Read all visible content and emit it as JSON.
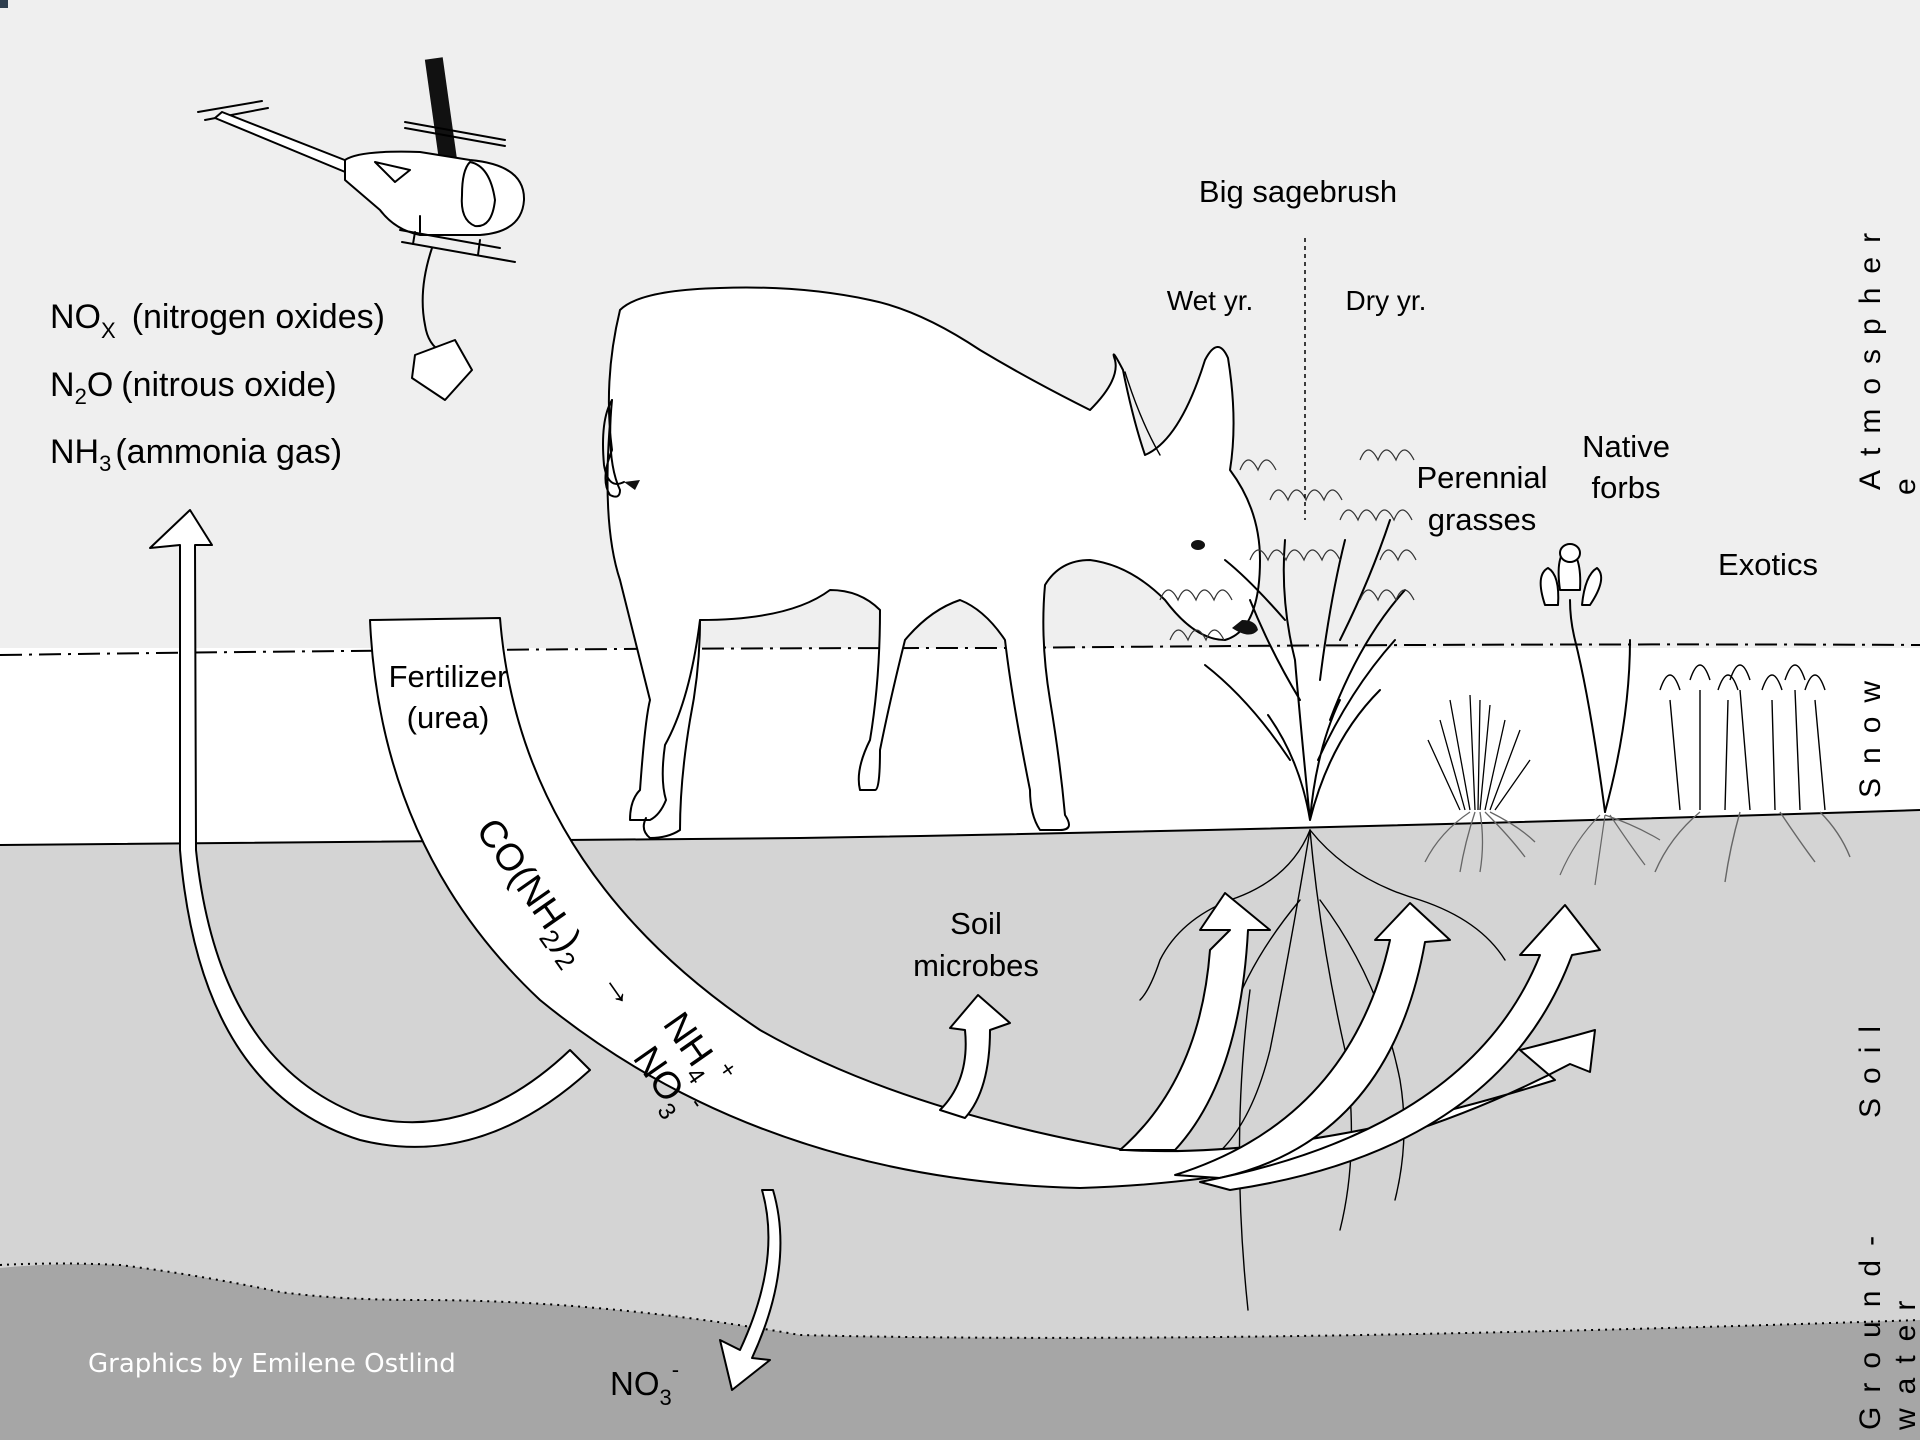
{
  "atmosphere_gases": {
    "nox_prefix": "NO",
    "nox_sub": "X",
    "nox_desc": "(nitrogen oxides)",
    "n2o_n": "N",
    "n2o_sub": "2",
    "n2o_o": "O",
    "n2o_desc": "(nitrous oxide)",
    "nh3_prefix": "NH",
    "nh3_sub": "3",
    "nh3_desc": "(ammonia gas)"
  },
  "fertilizer": {
    "line1": "Fertilizer",
    "line2": "(urea)",
    "formula_a": "CO(NH",
    "formula_sub": "2",
    "formula_b": ")",
    "formula_sub2": "2",
    "arrow_glyph": "→",
    "nh4": "NH",
    "nh4_sub": "4",
    "nh4_sup": "+",
    "no3": "NO",
    "no3_sub": "3",
    "no3_sup": "-"
  },
  "plants": {
    "sagebrush": "Big sagebrush",
    "wet_year": "Wet yr.",
    "dry_year": "Dry yr.",
    "perennial_1": "Perennial",
    "perennial_2": "grasses",
    "forbs_1": "Native",
    "forbs_2": "forbs",
    "exotics": "Exotics"
  },
  "soil": {
    "microbes_1": "Soil",
    "microbes_2": "microbes",
    "leach_prefix": "NO",
    "leach_sub": "3",
    "leach_sup": "-"
  },
  "zones": {
    "atmosphere_1": "Atmospher",
    "atmosphere_2": "e",
    "snow": "Snow",
    "soil": "Soil",
    "ground": "Ground-",
    "water": "water"
  },
  "credit": "Graphics by Emilene Ostlind",
  "colors": {
    "atmosphere": "#efefef",
    "snow": "#ffffff",
    "soil": "#d4d4d4",
    "groundwater": "#a6a6a6"
  }
}
